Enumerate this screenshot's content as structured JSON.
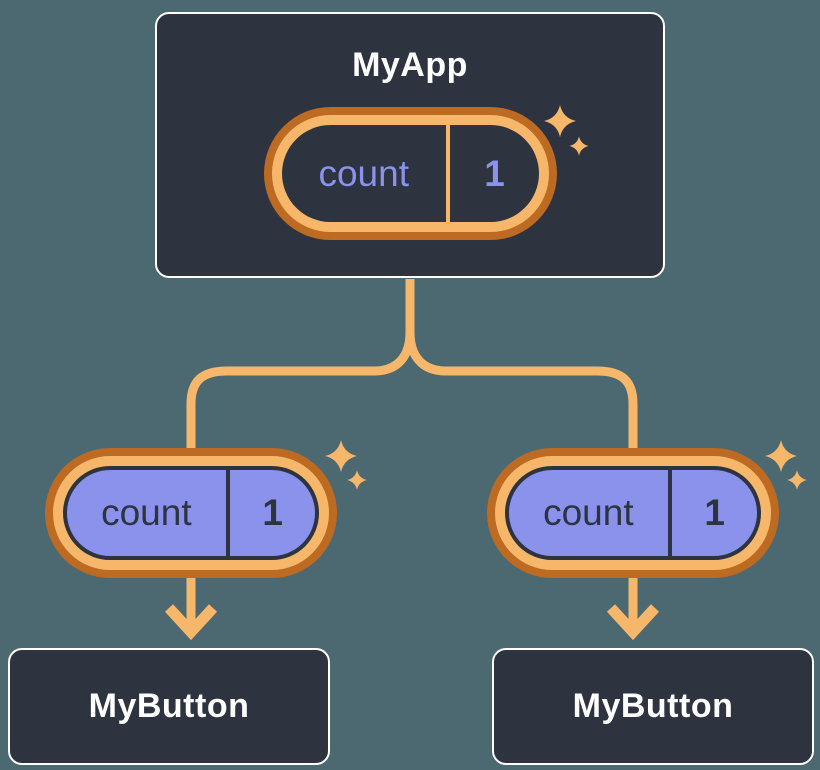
{
  "root_node": {
    "title": "MyApp",
    "state": {
      "name": "count",
      "value": "1"
    }
  },
  "child_nodes": [
    {
      "title": "MyButton",
      "prop": {
        "name": "count",
        "value": "1"
      }
    },
    {
      "title": "MyButton",
      "prop": {
        "name": "count",
        "value": "1"
      }
    }
  ],
  "icons": {
    "sparkle": "4-point-star"
  },
  "colors": {
    "background": "#4C6870",
    "node_fill": "#2D333F",
    "node_border": "#FFFFFF",
    "node_text": "#FFFFFF",
    "ring_outer": "#BD6A22",
    "ring_inner": "#F6B76B",
    "connector": "#F6B76B",
    "sparkle": "#F6B76B",
    "state_fill": "#2D333F",
    "state_text": "#8A92EB",
    "prop_fill": "#8A92EB",
    "prop_text": "#2D333F"
  }
}
